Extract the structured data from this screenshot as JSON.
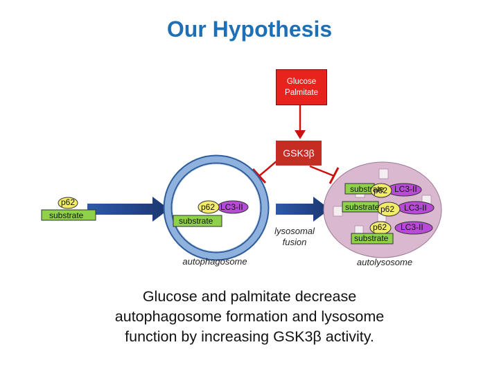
{
  "title": "Our Hypothesis",
  "glucose_box": {
    "line1": "Glucose",
    "line2": "Palmitate"
  },
  "gsk_box": "GSK3β",
  "free": {
    "p62": "p62",
    "substrate": "substrate"
  },
  "autophagosome": {
    "p62": "p62",
    "lc3": "LC3-II",
    "substrate": "substrate",
    "label": "autophagosome"
  },
  "fusion_label": {
    "line1": "lysosomal",
    "line2": "fusion"
  },
  "autolysosome": {
    "label": "autolysosome",
    "complexes": [
      {
        "substrate": "substrate",
        "p62": "p62",
        "lc3": "LC3-II"
      },
      {
        "substrate": "substrate",
        "p62": "p62",
        "lc3": "LC3-II"
      },
      {
        "substrate": "substrate",
        "p62": "p62",
        "lc3": "LC3-II"
      }
    ]
  },
  "conclusion": {
    "line1": "Glucose and palmitate decrease",
    "line2": "autophagosome formation and lysosome",
    "line3": "function by increasing GSK3β activity."
  },
  "colors": {
    "title": "#1f6fb4",
    "stimulus_box": "#e8231d",
    "gsk_box": "#c62d22",
    "arrow_blue": "#1f3f7a",
    "membrane_ring": "#4f7fbf",
    "p62_fill": "#f3ec6a",
    "lc3_fill": "#b84bd6",
    "substrate_fill": "#8fd24a",
    "autolysosome_fill": "#d9b8d0",
    "inhibition": "#cc1111"
  }
}
